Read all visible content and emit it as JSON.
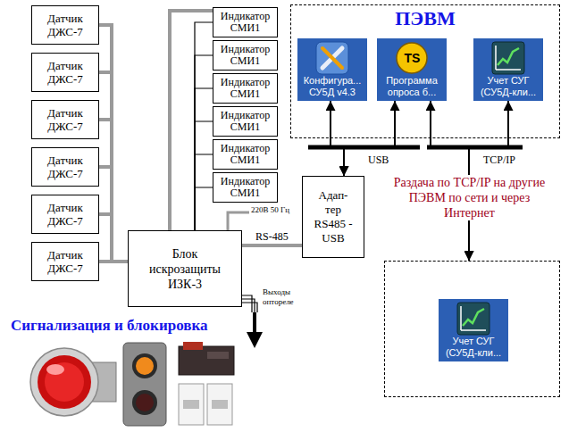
{
  "diagram": {
    "nodes": [
      {
        "text": [
          "Датчик ДЖС-7"
        ]
      },
      {
        "text": [
          "Датчик ДЖС-7"
        ]
      },
      {
        "text": [
          "Датчик ДЖС-7"
        ]
      },
      {
        "text": [
          "Датчик ДЖС-7"
        ]
      },
      {
        "text": [
          "Датчик ДЖС-7"
        ]
      },
      {
        "text": [
          "Датчик ДЖС-7"
        ]
      },
      {
        "text": [
          "Индикатор СМИ1"
        ]
      },
      {
        "text": [
          "Индикатор СМИ1"
        ]
      },
      {
        "text": [
          "Индикатор СМИ1"
        ]
      },
      {
        "text": [
          "Индикатор СМИ1"
        ]
      },
      {
        "text": [
          "Индикатор СМИ1"
        ]
      },
      {
        "text": [
          "Индикатор СМИ1"
        ]
      },
      {
        "text": [
          "ПЭВМ"
        ]
      },
      {
        "text": [
          "Конфигура... СУ5Д v4.3"
        ],
        "in": 12
      },
      {
        "text": [
          "Программа опроса б..."
        ],
        "in": 12
      },
      {
        "text": [
          "Учет СУГ (СУ5Д-кли..."
        ],
        "in": 12
      },
      {
        "text": [
          "Адап- тер RS485 - USB"
        ]
      },
      {
        "text": [
          "Блок искрозащиты ИЗК-3"
        ]
      },
      {
        "text": []
      },
      {
        "text": [
          "Учет СУГ (СУ5Д-кли..."
        ],
        "in": 18
      }
    ],
    "edges": [
      {
        "from": 0,
        "to": 17,
        "arrow": "none"
      },
      {
        "from": 1,
        "to": 17,
        "arrow": "none"
      },
      {
        "from": 2,
        "to": 17,
        "arrow": "none"
      },
      {
        "from": 3,
        "to": 17,
        "arrow": "none"
      },
      {
        "from": 4,
        "to": 17,
        "arrow": "none"
      },
      {
        "from": 5,
        "to": 17,
        "arrow": "none"
      },
      {
        "from": 6,
        "to": 17,
        "arrow": "none"
      },
      {
        "from": 7,
        "to": 17,
        "arrow": "none"
      },
      {
        "from": 8,
        "to": 17,
        "arrow": "none"
      },
      {
        "from": 9,
        "to": 17,
        "arrow": "none"
      },
      {
        "from": 10,
        "to": 17,
        "arrow": "none"
      },
      {
        "from": 11,
        "to": 17,
        "arrow": "none"
      },
      {
        "from": 17,
        "to": 16,
        "label": "RS-485",
        "arrow": "none"
      },
      {
        "from": 16,
        "to": 13,
        "arrow": "both"
      },
      {
        "from": 16,
        "to": 14,
        "arrow": "both"
      },
      {
        "from": 14,
        "to": 18,
        "arrow": "both"
      },
      {
        "from": 15,
        "to": 18,
        "arrow": "both"
      }
    ],
    "labels": [
      "USB",
      "TCP/IP",
      "Раздача по TCP/IP на другие ПЭВМ по сети и через Интернет",
      "220В 50 Гц",
      "Выходы оптореле",
      "Сигнализация и блокировка",
      "TS"
    ]
  }
}
